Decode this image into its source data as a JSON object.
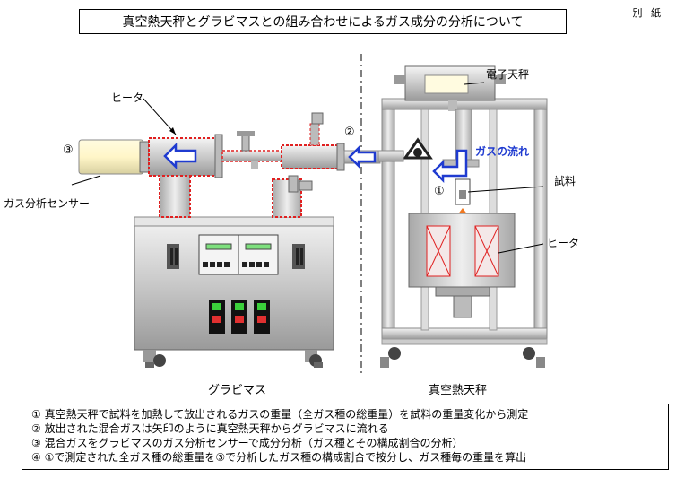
{
  "title": "真空熱天秤とグラビマスとの組み合わせによるガス成分の分析について",
  "attachment_label": "別 紙",
  "labels": {
    "heater_left": "ヒータ",
    "sensor": "ガス分析センサー",
    "balance": "電子天秤",
    "gas_flow": "ガスの流れ",
    "sample": "試料",
    "heater_right": "ヒータ",
    "num1": "①",
    "num2": "②",
    "num3": "③"
  },
  "captions": {
    "left": "グラビマス",
    "right": "真空熱天秤"
  },
  "notes": [
    "① 真空熱天秤で試料を加熱して放出されるガスの重量（全ガス種の総重量）を試料の重量変化から測定",
    "② 放出された混合ガスは矢印のように真空熱天秤からグラビマスに流れる",
    "③ 混合ガスをグラビマスのガス分析センサーで成分分析（ガス種とその構成割合の分析）",
    "④ ①で測定された全ガス種の総重量を③で分析したガス種の構成割合で按分し、ガス種毎の重量を算出"
  ],
  "colors": {
    "heater_red": "#e02020",
    "flow_blue": "#1f3bd0",
    "move_orange": "#f07820",
    "display_green": "#7ee07e",
    "frame_gray": "#c8c8c8"
  }
}
